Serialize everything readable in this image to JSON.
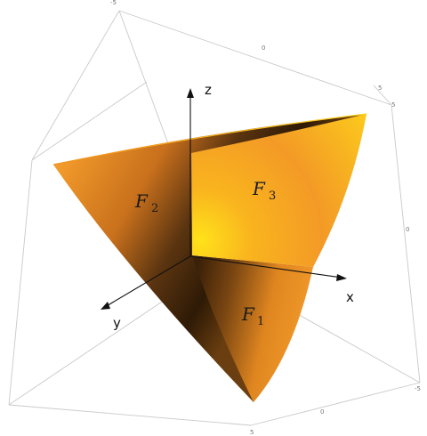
{
  "axes": {
    "x_label": "x",
    "y_label": "y",
    "z_label": "z"
  },
  "box_ticks": {
    "top_minus5": "-5",
    "top_0": "0",
    "top_5": "5",
    "right_5": "5",
    "right_0": "0",
    "right_minus5": "-5",
    "bottom_0": "0",
    "bottom_5": "5"
  },
  "faces": [
    {
      "symbol": "F",
      "subscript": "1"
    },
    {
      "symbol": "F",
      "subscript": "2"
    },
    {
      "symbol": "F",
      "subscript": "3"
    }
  ],
  "colors": {
    "surface_light": "#ffd21a",
    "surface_mid": "#f09020",
    "surface_dark": "#3a2008",
    "bounding_box": "#c9c9c9"
  }
}
